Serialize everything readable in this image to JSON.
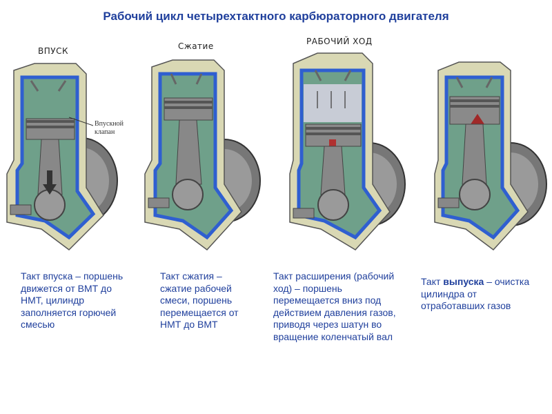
{
  "title": "Рабочий цикл четырехтактного карбюраторного двигателя",
  "stages": [
    {
      "label": "ВПУСК",
      "desc": "Такт впуска – поршень движется от ВМТ до НМТ, цилиндр заполняется горючей смесью"
    },
    {
      "label": "Сжатие",
      "desc": "Такт сжатия – сжатие рабочей смеси, поршень перемещается от НМТ до ВМТ"
    },
    {
      "label": "РАБОЧИЙ ХОД",
      "desc": "Такт расширения (рабочий ход) – поршень перемещается вниз под действием давления газов, приводя через шатун во вращение коленчатый вал"
    },
    {
      "label": "",
      "desc_pre": "Такт ",
      "desc_bold": "выпуска",
      "desc_post": " – очистка цилиндра от отработавших газов"
    }
  ],
  "valve_label": "Впускной клапан",
  "colors": {
    "title": "#1f3f9c",
    "body": "#d9d8b4",
    "wall": "#2f5fd0",
    "piston": "#8a8a8a",
    "arrow_down": "#b03030"
  }
}
